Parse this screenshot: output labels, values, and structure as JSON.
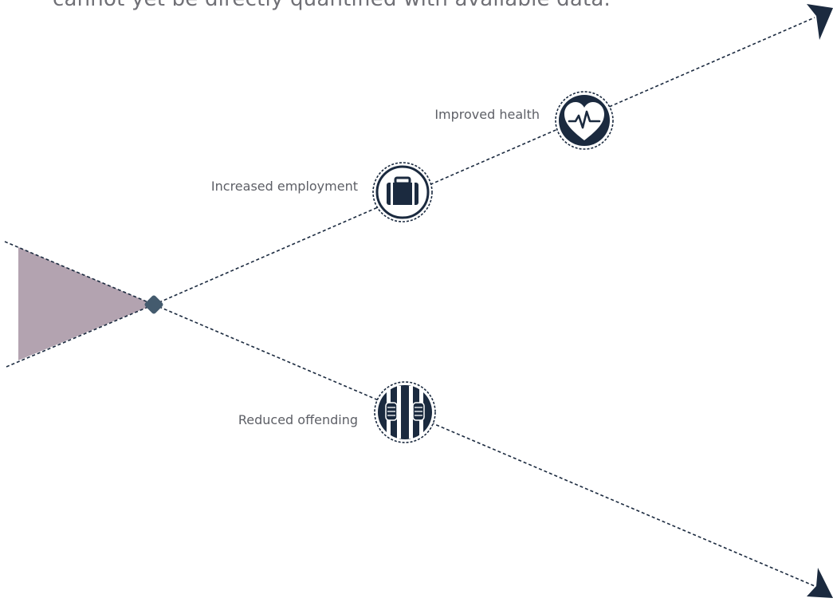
{
  "caption": "cannot yet be directly quantified with available data.",
  "outcomes": {
    "health": {
      "label": "Improved health",
      "icon": "heart-pulse-icon"
    },
    "employment": {
      "label": "Increased employment",
      "icon": "briefcase-icon"
    },
    "offending": {
      "label": "Reduced offending",
      "icon": "prison-bars-icon"
    }
  },
  "colors": {
    "navy": "#1b2a3f",
    "wedge": "#b3a3b0",
    "node": "#445b6e",
    "line": "#1b2a3f"
  }
}
